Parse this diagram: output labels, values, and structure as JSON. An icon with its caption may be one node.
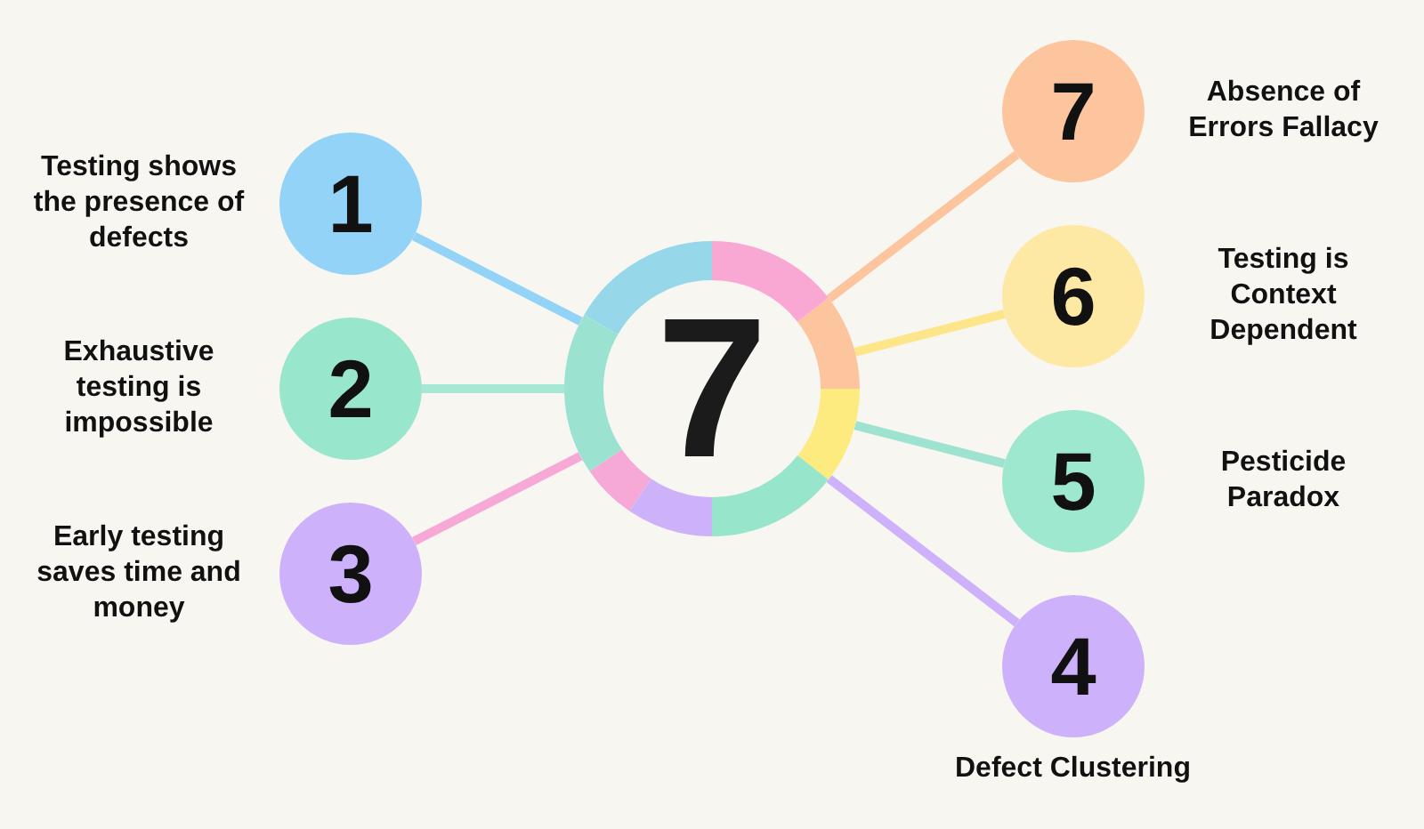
{
  "diagram": {
    "nodes": [
      {
        "text": [
          "7"
        ]
      },
      {
        "text": [
          "1"
        ],
        "beside": [
          "Testing shows the presence of defects"
        ]
      },
      {
        "text": [
          "2"
        ],
        "beside": [
          "Exhaustive testing is impossible"
        ]
      },
      {
        "text": [
          "3"
        ],
        "beside": [
          "Early testing saves time and money"
        ]
      },
      {
        "text": [
          "4"
        ],
        "beside": [
          "Defect Clustering"
        ]
      },
      {
        "text": [
          "5"
        ],
        "beside": [
          "Pesticide Paradox"
        ]
      },
      {
        "text": [
          "6"
        ],
        "beside": [
          "Testing is Context Dependent"
        ]
      },
      {
        "text": [
          "7"
        ],
        "beside": [
          "Absence of Errors Fallacy"
        ]
      }
    ],
    "edges": [
      {
        "from": 1,
        "to": 0,
        "arrow": "none",
        "color": "#93d3f8"
      },
      {
        "from": 2,
        "to": 0,
        "arrow": "none",
        "color": "#a6e8d4"
      },
      {
        "from": 3,
        "to": 0,
        "arrow": "none",
        "color": "#f6a9d6"
      },
      {
        "from": 0,
        "to": 7,
        "arrow": "none",
        "color": "#fdc59d"
      },
      {
        "from": 0,
        "to": 6,
        "arrow": "none",
        "color": "#fde68a"
      },
      {
        "from": 0,
        "to": 5,
        "arrow": "none",
        "color": "#9de3cf"
      },
      {
        "from": 0,
        "to": 4,
        "arrow": "none",
        "color": "#cdb1fb"
      }
    ]
  }
}
